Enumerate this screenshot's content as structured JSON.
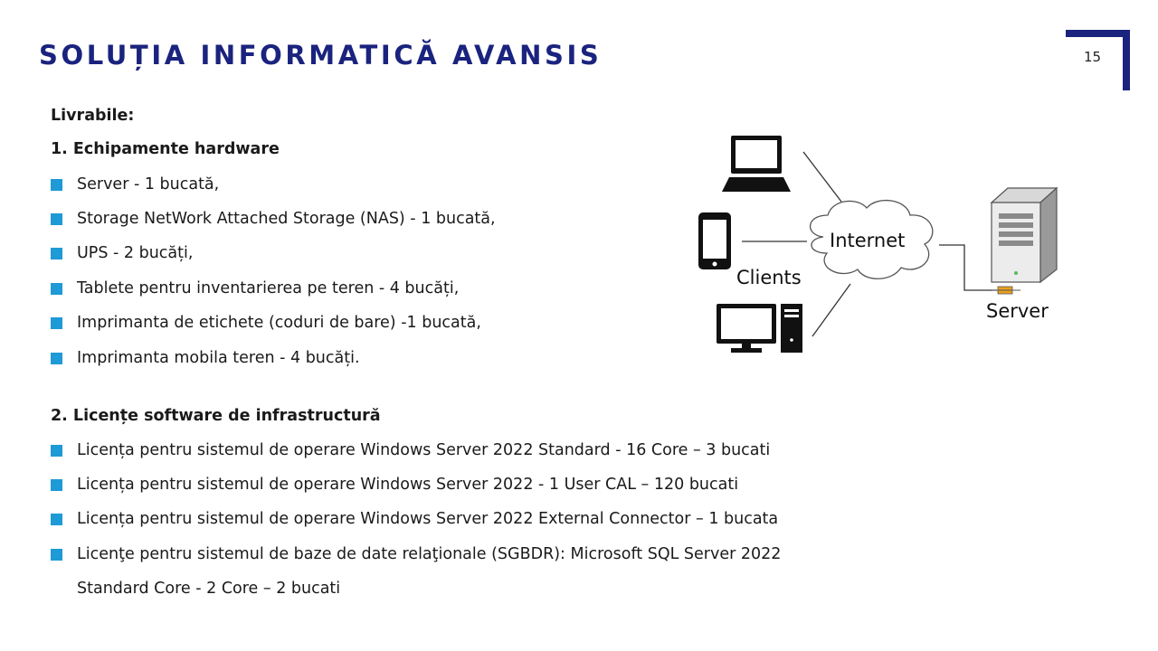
{
  "slide": {
    "title": "SOLUȚIA INFORMATICĂ AVANSIS",
    "page_number": "15"
  },
  "content": {
    "intro": "Livrabile:",
    "section1": {
      "heading": "1. Echipamente hardware",
      "items": [
        "Server - 1 bucată,",
        "Storage NetWork Attached Storage (NAS) - 1 bucată,",
        "UPS - 2 bucăți,",
        "Tablete pentru inventarierea pe teren - 4 bucăți,",
        "Imprimanta de etichete (coduri de bare) -1 bucată,",
        "Imprimanta mobila teren - 4 bucăți."
      ]
    },
    "section2": {
      "heading": "2. Licențe software de infrastructură",
      "items": [
        "Licența pentru sistemul de operare  Windows Server 2022 Standard - 16 Core – 3 bucati",
        "Licența pentru sistemul de operare Windows Server 2022 - 1 User CAL – 120 bucati",
        "Licența pentru sistemul de operare Windows Server 2022 External Connector – 1 bucata",
        "Licenţe pentru sistemul de baze de date relaţionale (SGBDR): Microsoft SQL Server 2022"
      ],
      "continuation": "Standard Core - 2 Core – 2 bucati"
    }
  },
  "diagram": {
    "internet_label": "Internet",
    "clients_label": "Clients",
    "server_label": "Server"
  },
  "colors": {
    "title": "#1a237e",
    "bullet": "#1e9ad6",
    "corner": "#1a237e"
  }
}
